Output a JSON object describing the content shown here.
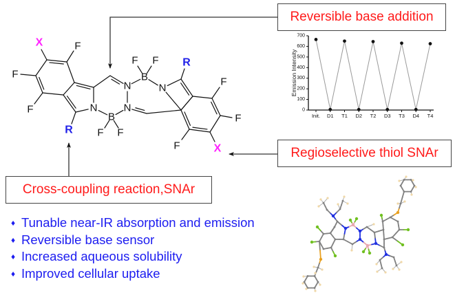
{
  "callouts": {
    "base_addition": "Reversible base addition",
    "thiol_snar": "Regioselective thiol SNAr",
    "cross_coupling": "Cross-coupling reaction,SNAr"
  },
  "molecule": {
    "atom_labels": {
      "F": "F",
      "N": "N",
      "B": "B",
      "R": "R",
      "X": "X"
    },
    "colors": {
      "R": "#1f1fe8",
      "X": "#ff22ff",
      "bond": "#111111"
    }
  },
  "features": [
    "Tunable near-IR absorption and emission",
    "Reversible base sensor",
    "Increased aqueous solubility",
    "Improved cellular uptake"
  ],
  "bullet_glyph": "♦",
  "colors": {
    "callout_text": "#ff1a1a",
    "feature_text": "#1c1cf0",
    "chart_line": "#999999",
    "chart_marker": "#111111"
  },
  "chart_data": {
    "type": "line",
    "title": "",
    "xlabel": "",
    "ylabel": "Emission Intensity",
    "categories": [
      "Init.",
      "D1",
      "T1",
      "D2",
      "T2",
      "D3",
      "T3",
      "D4",
      "T4"
    ],
    "series": [
      {
        "name": "Emission Intensity",
        "values": [
          665,
          5,
          650,
          5,
          645,
          5,
          630,
          5,
          625
        ]
      }
    ],
    "ylim": [
      0,
      700
    ],
    "yticks": [
      0,
      100,
      200,
      300,
      400,
      500,
      600,
      700
    ],
    "grid": false,
    "legend": "none"
  },
  "crystal_structure": {
    "atom_colors": {
      "C": "#808080",
      "H": "#f0d8a8",
      "N": "#2030e0",
      "B": "#e8a8b0",
      "F": "#70c020",
      "S": "#e8a020"
    }
  }
}
